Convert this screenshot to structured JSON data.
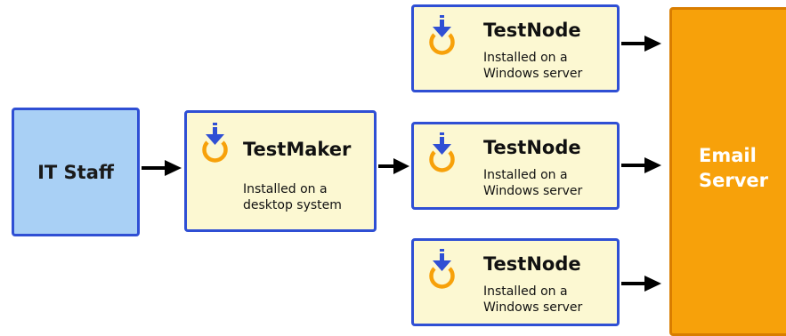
{
  "it_staff": {
    "label": "IT Staff"
  },
  "testmaker": {
    "title": "TestMaker",
    "subtitle": "Installed on a\ndesktop system",
    "icon": "download-power-icon"
  },
  "testnodes": [
    {
      "title": "TestNode",
      "subtitle": "Installed on a\nWindows server",
      "icon": "download-power-icon"
    },
    {
      "title": "TestNode",
      "subtitle": "Installed on a\nWindows server",
      "icon": "download-power-icon"
    },
    {
      "title": "TestNode",
      "subtitle": "Installed on a\nWindows server",
      "icon": "download-power-icon"
    }
  ],
  "email_server": {
    "label": "Email\nServer"
  },
  "colors": {
    "box_border": "#2f4fd4",
    "it_staff_fill": "#a9d0f5",
    "card_fill": "#fcf8d2",
    "email_fill": "#f7a10a",
    "icon_orange": "#f7a10a",
    "icon_blue": "#2f4fd4",
    "arrow": "#000000"
  }
}
